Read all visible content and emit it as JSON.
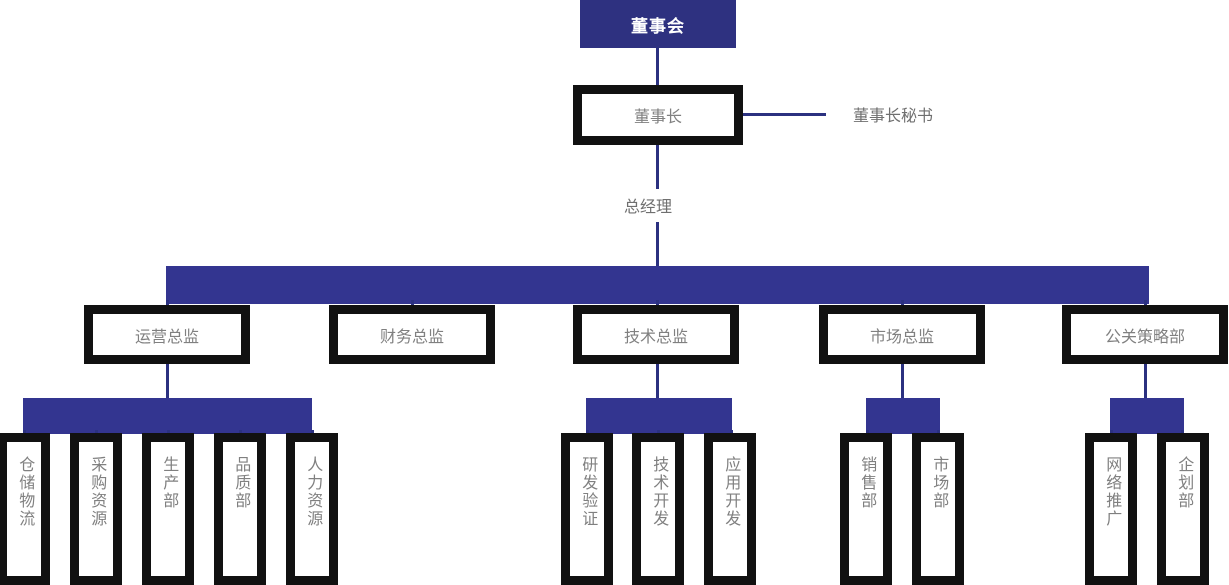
{
  "diagram": {
    "type": "organization-chart",
    "colors": {
      "brand_blue": "#2e3180",
      "bar_blue": "#333590",
      "frame_black": "#111111",
      "text_grey": "#808080",
      "background": "#ffffff"
    },
    "root": {
      "label": "董事会"
    },
    "chairman": {
      "label": "董事长"
    },
    "chairman_secretary": {
      "label": "董事长秘书"
    },
    "general_manager": {
      "label": "总经理"
    },
    "executives": [
      {
        "label": "运营总监"
      },
      {
        "label": "财务总监"
      },
      {
        "label": "技术总监"
      },
      {
        "label": "市场总监"
      },
      {
        "label": "公关策略部"
      }
    ],
    "groups": [
      {
        "parent": "运营总监",
        "departments": [
          {
            "label": "仓储物流"
          },
          {
            "label": "采购资源"
          },
          {
            "label": "生产部"
          },
          {
            "label": "品质部"
          },
          {
            "label": "人力资源"
          }
        ]
      },
      {
        "parent": "财务总监",
        "departments": []
      },
      {
        "parent": "技术总监",
        "departments": [
          {
            "label": "研发验证"
          },
          {
            "label": "技术开发"
          },
          {
            "label": "应用开发"
          }
        ]
      },
      {
        "parent": "市场总监",
        "departments": [
          {
            "label": "销售部"
          },
          {
            "label": "市场部"
          }
        ]
      },
      {
        "parent": "公关策略部",
        "departments": [
          {
            "label": "网络推广"
          },
          {
            "label": "企划部"
          }
        ]
      }
    ]
  }
}
